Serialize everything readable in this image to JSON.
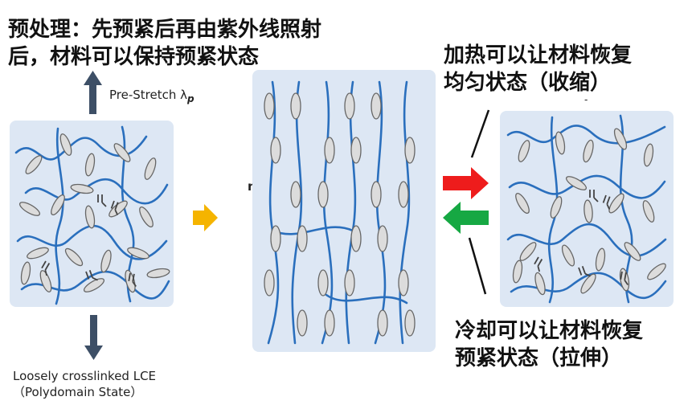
{
  "annotations": {
    "top_left": [
      "预处理：先预紧后再由紫外线照射",
      "后，材料可以保持预紧状态"
    ],
    "top_right": [
      "加热可以让材料恢复",
      "均匀状态（收缩）"
    ],
    "bottom_right": [
      "冷却可以让材料恢复",
      "预紧状态（拉伸）"
    ]
  },
  "labels": {
    "pre_stretch": "Pre-Stretch λ",
    "pre_stretch_sub": "p",
    "loose_line1": "Loosely crosslinked LCE",
    "loose_line2": "（Polydomain State）",
    "partial_letter": "n",
    "partial_dash": "-"
  },
  "colors": {
    "chain": "#2a6fbd",
    "mesogen_fill": "#dcdcdc",
    "mesogen_stroke": "#666666",
    "panel_bg": "#dde7f4",
    "arrow_dark": "#3d4f66",
    "arrow_yellow": "#f5b400",
    "arrow_red": "#ee1c1c",
    "arrow_green": "#16a843"
  }
}
